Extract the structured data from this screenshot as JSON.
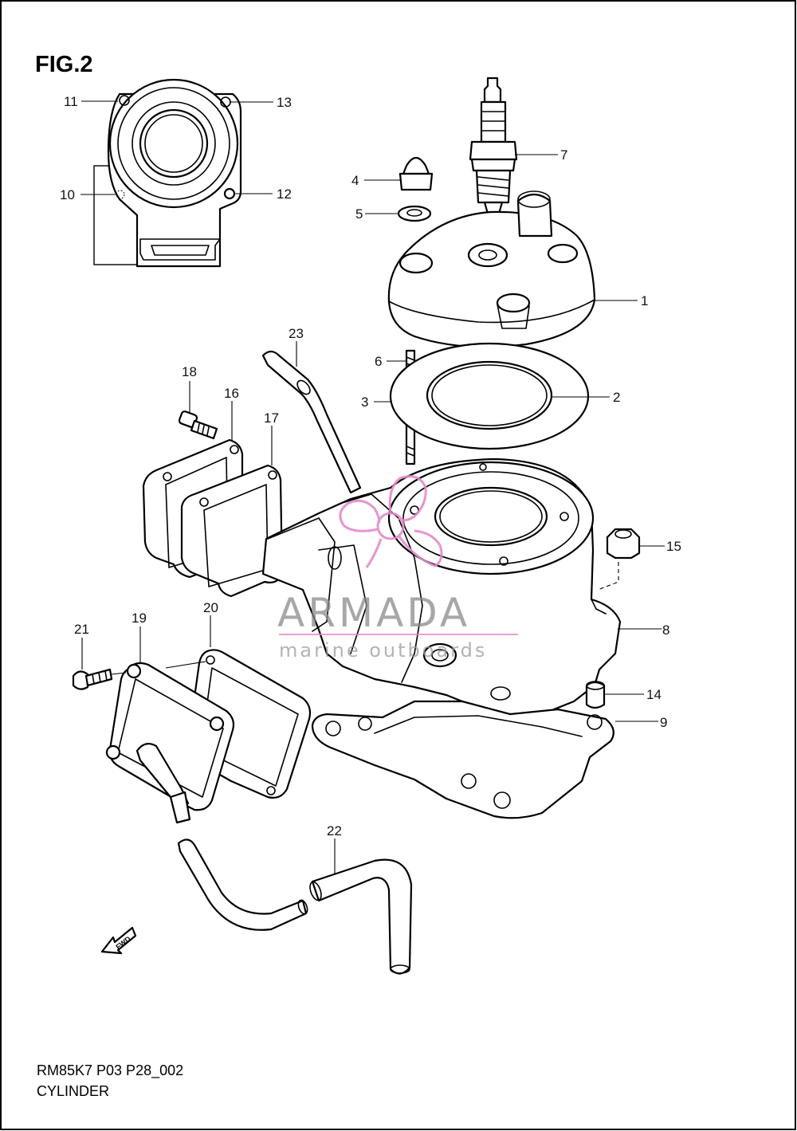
{
  "figure": {
    "label": "FIG.2",
    "model_code": "RM85K7 P03 P28_002",
    "section_title": "CYLINDER"
  },
  "watermark": {
    "brand": "ARMADA",
    "tagline": "marine outboards",
    "logo_color": "#e58ac9",
    "text_color": "#8a8a8a"
  },
  "fwd_indicator": "FWD",
  "callouts": [
    {
      "num": "1",
      "part": "cylinder-head"
    },
    {
      "num": "2",
      "part": "head-gasket-ring"
    },
    {
      "num": "3",
      "part": "head-gasket"
    },
    {
      "num": "4",
      "part": "cap-nut"
    },
    {
      "num": "5",
      "part": "washer"
    },
    {
      "num": "6",
      "part": "stud-bolt"
    },
    {
      "num": "7",
      "part": "spark-plug"
    },
    {
      "num": "8",
      "part": "cylinder"
    },
    {
      "num": "9",
      "part": "base-gasket"
    },
    {
      "num": "10",
      "part": "dowel-pin-inset"
    },
    {
      "num": "11",
      "part": "head-gasket-inset"
    },
    {
      "num": "12",
      "part": "knock-pin-inset"
    },
    {
      "num": "13",
      "part": "cylinder-inset"
    },
    {
      "num": "14",
      "part": "dowel-pin"
    },
    {
      "num": "15",
      "part": "cylinder-nut"
    },
    {
      "num": "16",
      "part": "reed-valve-gasket"
    },
    {
      "num": "17",
      "part": "reed-valve-plate"
    },
    {
      "num": "18",
      "part": "reed-screw"
    },
    {
      "num": "19",
      "part": "exhaust-cover"
    },
    {
      "num": "20",
      "part": "exhaust-cover-gasket"
    },
    {
      "num": "21",
      "part": "cover-screw"
    },
    {
      "num": "22",
      "part": "drain-hose"
    },
    {
      "num": "23",
      "part": "breather-hose"
    }
  ]
}
